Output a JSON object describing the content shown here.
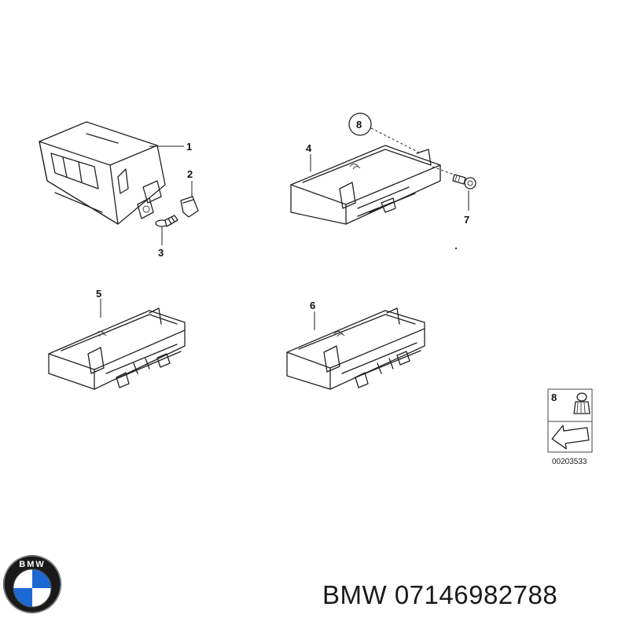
{
  "callouts": [
    "1",
    "2",
    "3",
    "4",
    "5",
    "6",
    "7",
    "8"
  ],
  "legend": {
    "callout": "8",
    "code": "00203533"
  },
  "footer": {
    "brand": "BMW",
    "part_number": "07146982788"
  },
  "logo": {
    "text": "BMW",
    "colors": {
      "blue": "#1c69d4",
      "white": "#ffffff",
      "ring": "#1a1a1a"
    }
  }
}
